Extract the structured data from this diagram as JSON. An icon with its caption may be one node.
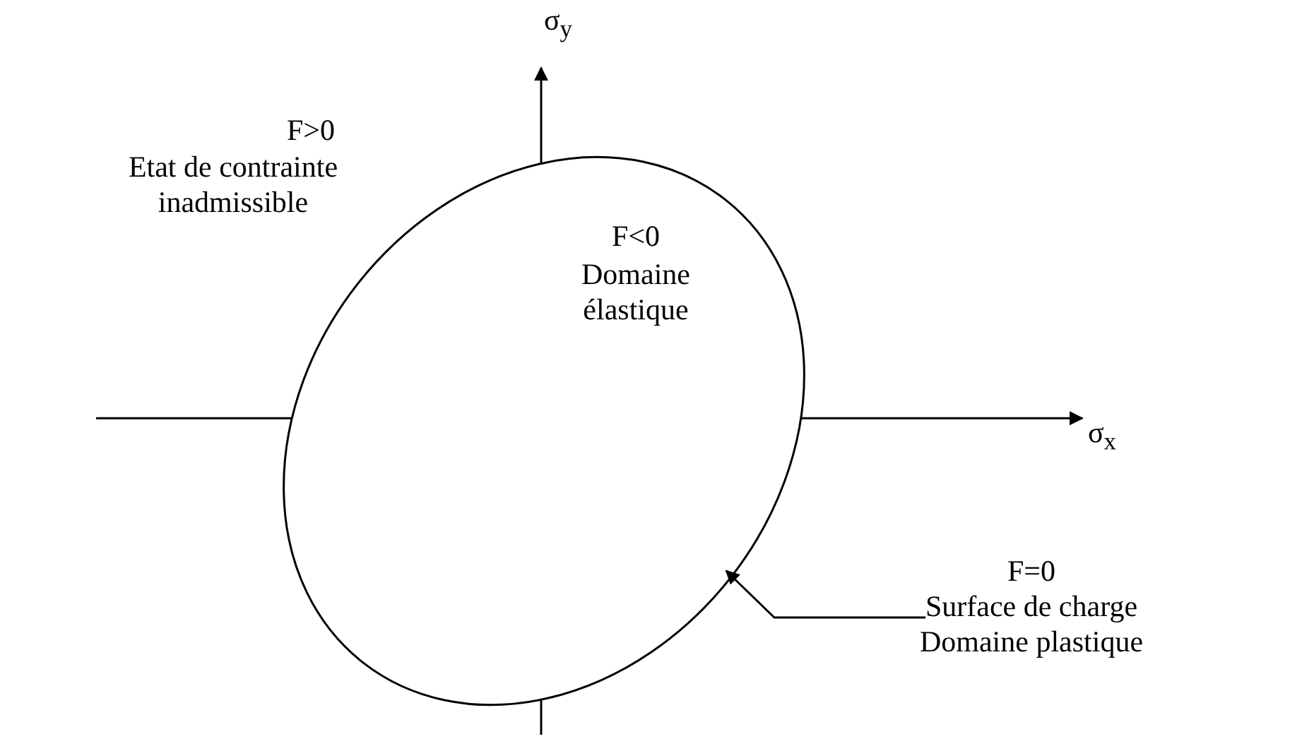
{
  "diagram": {
    "nodes": [
      {
        "text": [
          "F<0",
          "Domaine élastique"
        ]
      },
      {
        "text": [
          "F=0",
          "Surface de charge Domaine plastique"
        ]
      }
    ],
    "edges": [
      {
        "from": 1,
        "to": 0,
        "arrow": "to"
      }
    ],
    "labels": [
      "σ$_{y}$",
      "F>0",
      "Etat de contrainte inadmissible",
      "σ$_{x}$"
    ]
  }
}
